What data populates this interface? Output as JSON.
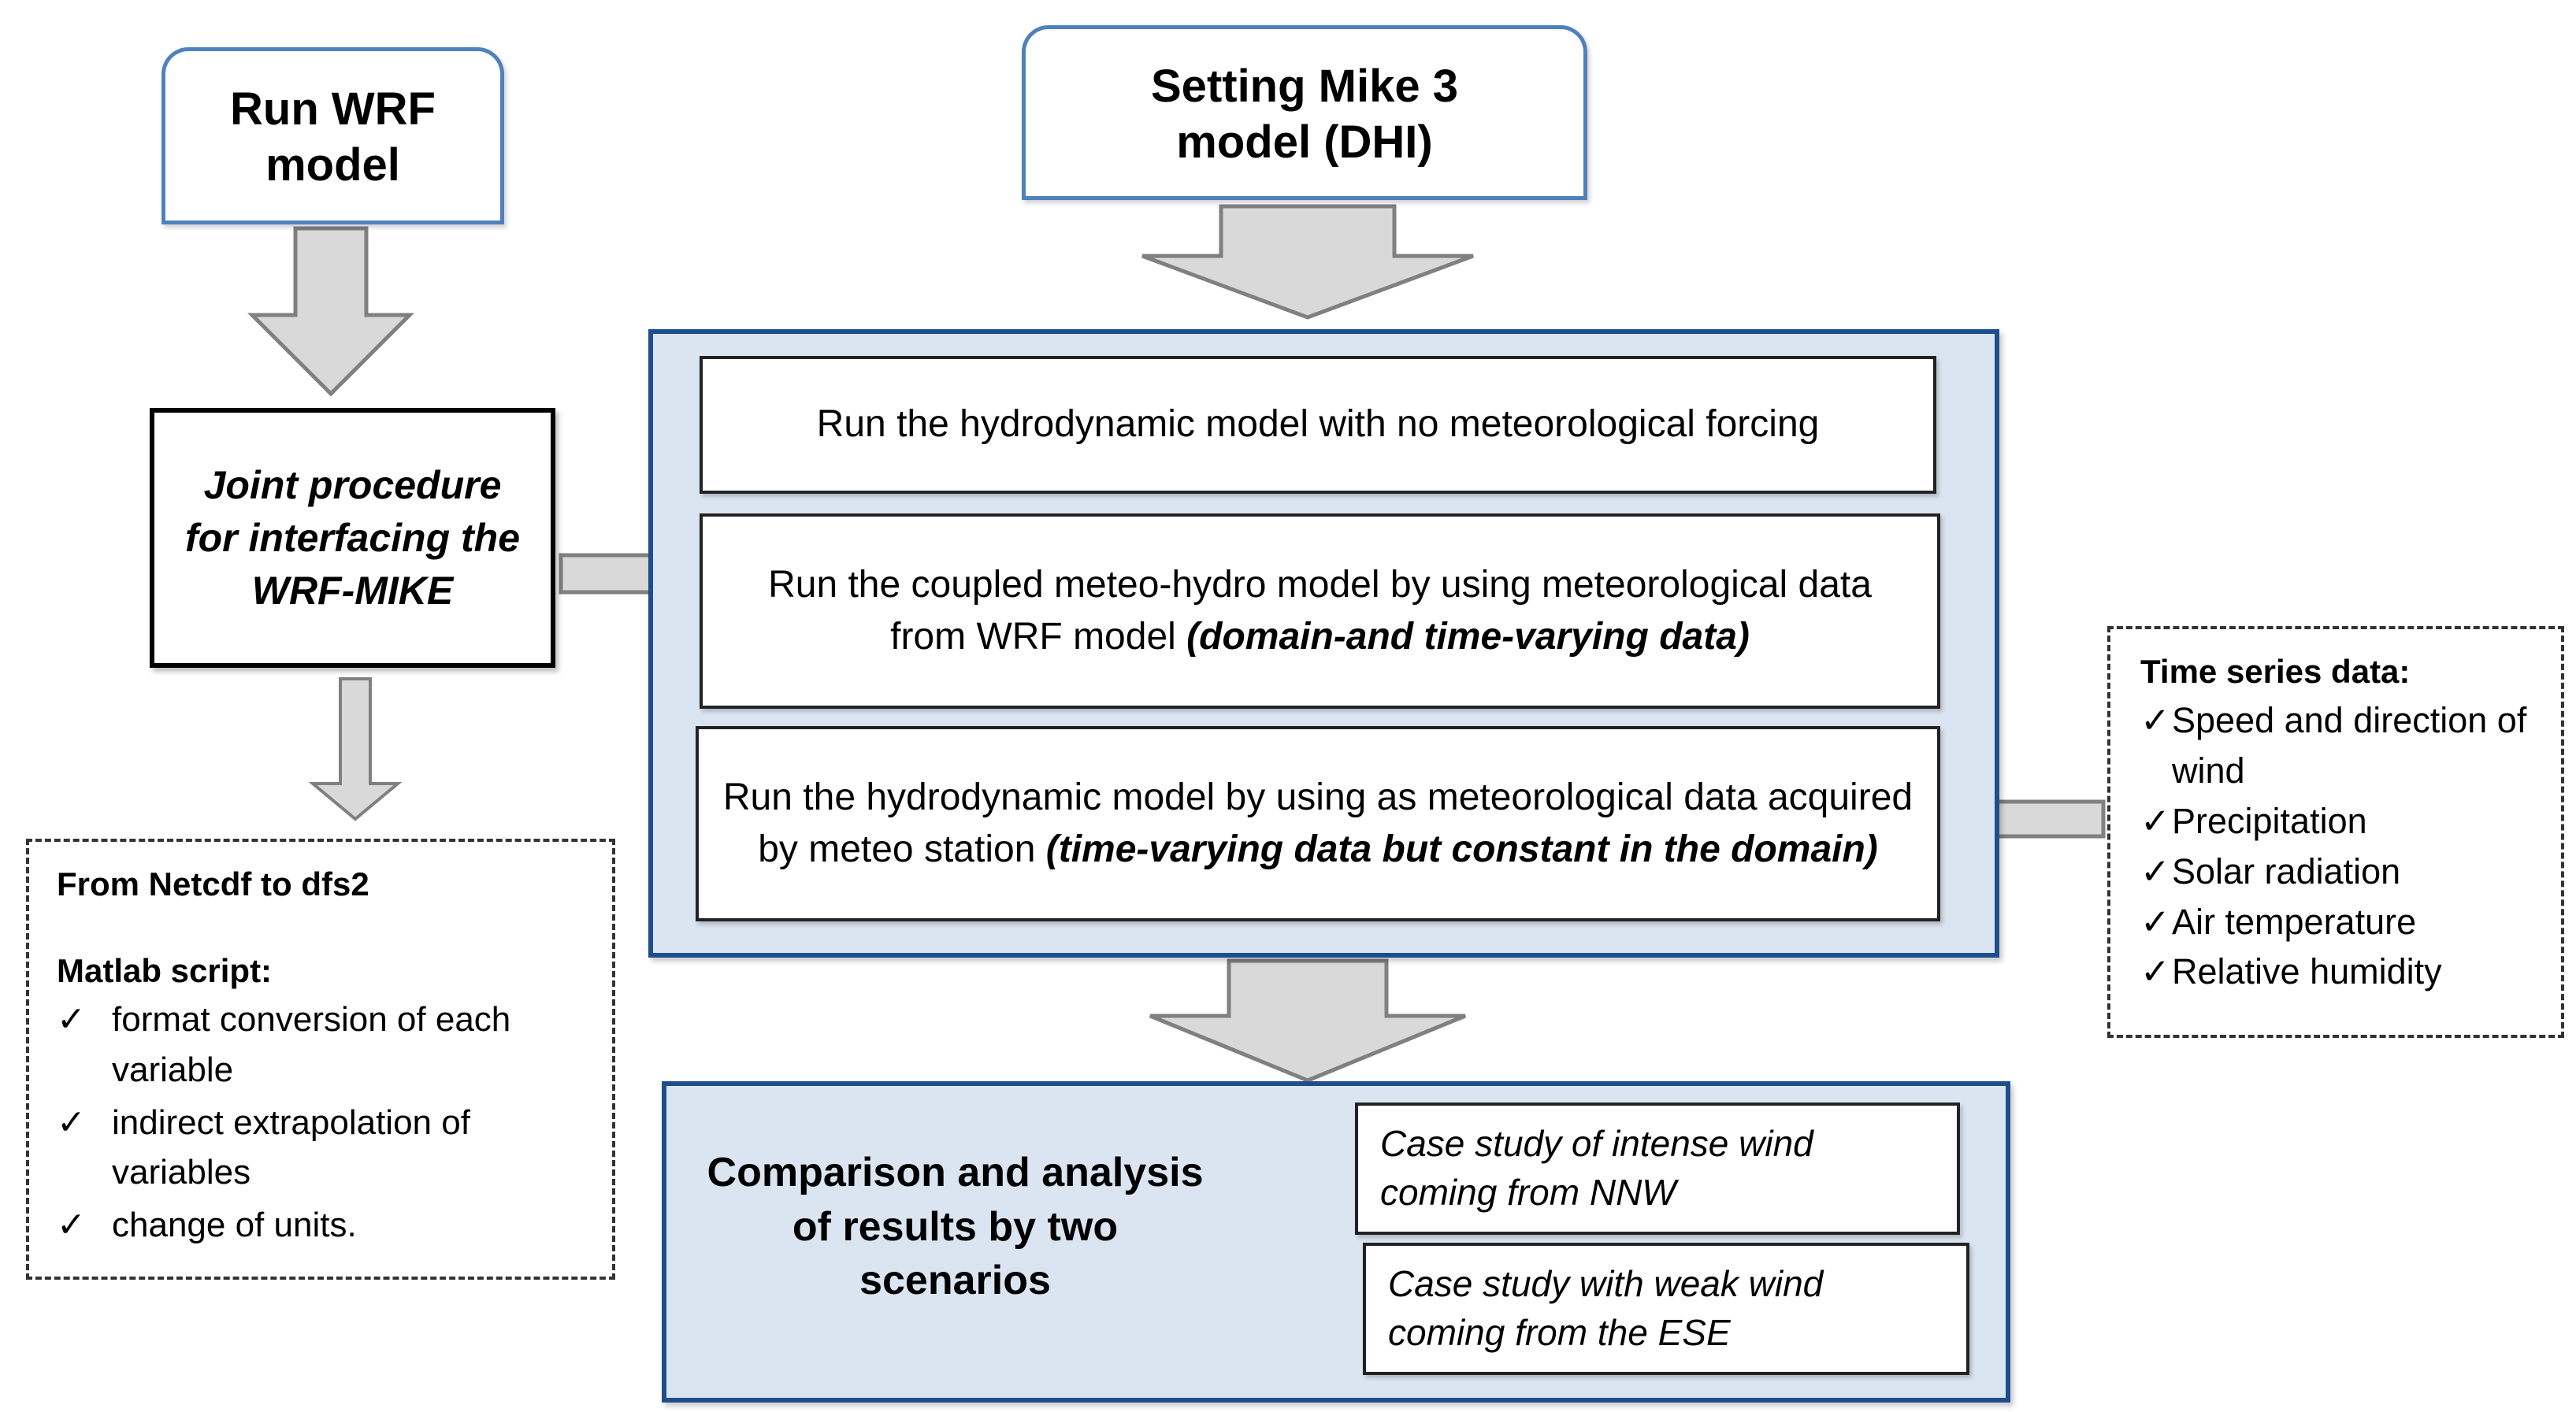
{
  "boxes": {
    "run_wrf": "Run WRF model",
    "setting_mike": "Setting Mike 3 model (DHI)",
    "joint": "Joint procedure for interfacing the WRF-MIKE"
  },
  "netcdf": {
    "title": "From Netcdf to dfs2",
    "subtitle": "Matlab script:",
    "items": [
      {
        "check": "✓",
        "text": "format conversion of each variable"
      },
      {
        "check": "✓",
        "text": "indirect extrapolation of variables"
      },
      {
        "check": "✓",
        "text": "change of units."
      }
    ]
  },
  "runs": {
    "r1": "Run the hydrodynamic model with no meteorological forcing",
    "r2_plain": "Run the coupled meteo-hydro model by using meteorological data from WRF model ",
    "r2_bold": "(domain-and time-varying data)",
    "r3_plain": "Run the hydrodynamic model by using as meteorological data acquired by meteo station ",
    "r3_bold": "(time-varying data but constant in the domain)"
  },
  "timeseries": {
    "title": "Time series data:",
    "items": [
      {
        "check": "✓",
        "text": "Speed and direction of wind"
      },
      {
        "check": "✓",
        "text": "Precipitation"
      },
      {
        "check": "✓",
        "text": "Solar radiation"
      },
      {
        "check": "✓",
        "text": "Air temperature"
      },
      {
        "check": "✓",
        "text": "Relative humidity"
      }
    ]
  },
  "comparison": {
    "label": "Comparison and analysis of results by two scenarios",
    "case1": "Case study of intense wind coming from NNW",
    "case2": "Case study with weak wind coming from the ESE"
  },
  "colors": {
    "box_border": "#4f81bd",
    "panel_fill": "#dbe5f1",
    "panel_border": "#1f4e8c",
    "arrow_fill": "#d9d9d9",
    "arrow_stroke": "#808080"
  }
}
